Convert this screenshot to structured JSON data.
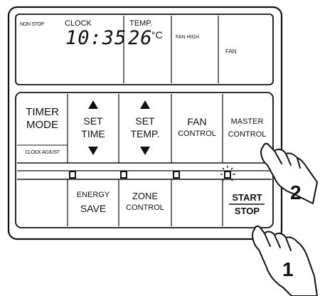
{
  "display": {
    "run_mode": "NON STOP",
    "clock_label": "CLOCK",
    "clock_value": "10:35",
    "temp_label": "TEMP.",
    "temp_value": "26",
    "temp_unit": "°C",
    "fan_speed": "FAN HIGH",
    "fan_label": "FAN"
  },
  "buttons": {
    "timer_mode": [
      "TIMER",
      "MODE"
    ],
    "clock_adjust": "CLOCK ADJUST",
    "set_time": [
      "SET",
      "TIME"
    ],
    "set_temp": [
      "SET",
      "TEMP."
    ],
    "fan_control": [
      "FAN",
      "CONTROL"
    ],
    "master_control": [
      "MASTER",
      "CONTROL"
    ],
    "energy_save": [
      "ENERGY",
      "SAVE"
    ],
    "zone_control": [
      "ZONE",
      "CONTROL"
    ],
    "start_stop": [
      "START",
      "STOP"
    ]
  },
  "callouts": {
    "step_1": "1",
    "step_2": "2"
  }
}
